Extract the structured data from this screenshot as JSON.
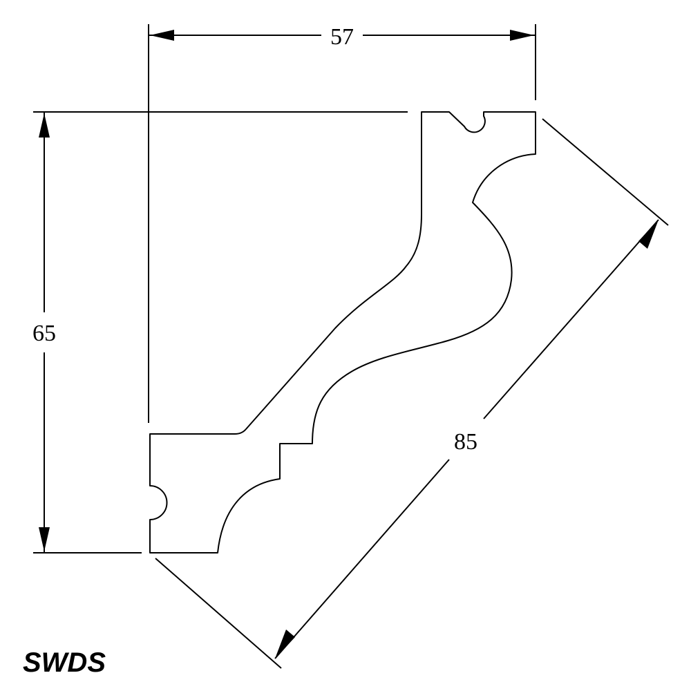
{
  "dimensions": {
    "width": "57",
    "height": "65",
    "diagonal": "85"
  },
  "brand": {
    "text": "SWDS"
  }
}
